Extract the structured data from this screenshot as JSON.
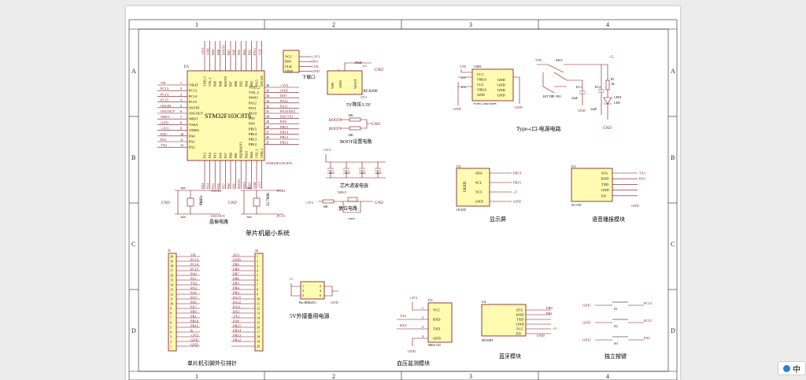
{
  "frame": {
    "top_numbers": [
      "1",
      "2",
      "3",
      "4"
    ],
    "side_letters": [
      "A",
      "B",
      "C",
      "D"
    ]
  },
  "mcu": {
    "ref": "U1",
    "part": "STM32F103C8T6",
    "part_bottom": "STM32F103C8T6",
    "left_pins": [
      {
        "num": "1",
        "name": "VBAT",
        "net": "VB"
      },
      {
        "num": "2",
        "name": "PC13",
        "net": "PC13"
      },
      {
        "num": "3",
        "name": "PC14",
        "net": "PC14"
      },
      {
        "num": "4",
        "name": "PC15",
        "net": "PC15"
      },
      {
        "num": "5",
        "name": "OSCIN",
        "net": "OSCIN"
      },
      {
        "num": "6",
        "name": "OSCOUT",
        "net": "OSCOUT"
      },
      {
        "num": "7",
        "name": "NRST",
        "net": "NRST"
      },
      {
        "num": "8",
        "name": "VSSA",
        "net": "GND"
      },
      {
        "num": "9",
        "name": "VDDA",
        "net": "+3V3"
      },
      {
        "num": "10",
        "name": "PA0",
        "net": "PA0"
      },
      {
        "num": "11",
        "name": "PA1",
        "net": "PA1"
      },
      {
        "num": "12",
        "name": "PA2",
        "net": "TX2"
      }
    ],
    "right_pins": [
      {
        "num": "36",
        "name": "VDD_2",
        "net": "+3V3"
      },
      {
        "num": "35",
        "name": "VSS_2",
        "net": "GND"
      },
      {
        "num": "34",
        "name": "SWIO",
        "net": "DIO"
      },
      {
        "num": "33",
        "name": "PA12",
        "net": "PA12"
      },
      {
        "num": "32",
        "name": "PA11",
        "net": "PA11"
      },
      {
        "num": "31",
        "name": "PA10",
        "net": "PA10 RX1"
      },
      {
        "num": "30",
        "name": "PA9",
        "net": "PA9 TX1"
      },
      {
        "num": "29",
        "name": "PA8",
        "net": "PA8"
      },
      {
        "num": "28",
        "name": "PB15",
        "net": "PB15"
      },
      {
        "num": "27",
        "name": "PB14",
        "net": "PB14"
      },
      {
        "num": "26",
        "name": "PB13",
        "net": "PB13"
      },
      {
        "num": "25",
        "name": "PB12",
        "net": "PB12"
      }
    ],
    "top_pins": [
      "VDD_3",
      "VSS_3",
      "PB9",
      "PB8",
      "BOOT0",
      "PB7",
      "PB6",
      "PB5",
      "PB4",
      "PB3",
      "PA15",
      "SWCLK"
    ],
    "top_nets": [
      "+3V3",
      "GND",
      "PB9",
      "PB8",
      "BOOT0",
      "PB7",
      "PB6",
      "PB5",
      "PB4",
      "PB3",
      "PA15",
      "CLK"
    ],
    "bottom_pins": [
      "PA3",
      "PA4",
      "PA5",
      "PA6",
      "PA7",
      "PB0",
      "PB1",
      "PB2/BOOT1",
      "PB10",
      "PB11",
      "VSS_1",
      "VDD_1"
    ],
    "bottom_nets": [
      "RX2",
      "PA4",
      "PA5",
      "PA6",
      "PA7",
      "PB0",
      "PB1",
      "BOOT1",
      "PB10",
      "PB11",
      "GND",
      "+3V3"
    ]
  },
  "debug_header": {
    "pins": [
      "VCC",
      "DIO",
      "CLK",
      "GND"
    ],
    "nets": [
      "+3V3",
      "DIO",
      "CLK",
      "GND"
    ],
    "caption": "下载口"
  },
  "regulator": {
    "pins_left": "VIN",
    "pin_gnd": "GND",
    "pin_out": "VOUT",
    "part": "XC6206",
    "cap": "100nF",
    "net_out": "3V3",
    "caption": "5V降压3.3V",
    "gnd": "GND"
  },
  "boot": {
    "nets": [
      "BOOT0",
      "BOOT1"
    ],
    "res": [
      "10K",
      "10K"
    ],
    "caption": "BOOT设置电路",
    "gnd": "GND"
  },
  "filter": {
    "net": "+3V3",
    "caps": [
      "100nF",
      "100nF",
      "100nF",
      "100nF"
    ],
    "caption": "芯片滤波电容"
  },
  "crystal": {
    "caps": [
      "30pF",
      "30pF",
      "30pF",
      "30pF"
    ],
    "x1": "8MHz",
    "x2": "32.768K",
    "nets": [
      "OSCIN",
      "OSCOUT",
      "PC14",
      "PC15"
    ],
    "gnd": "GND",
    "caption": "晶振电路"
  },
  "reset": {
    "net_in": "+3V3",
    "res": "10K",
    "net": "NRST",
    "cap": "100nF",
    "caption": "复位电路",
    "gnd": "GND"
  },
  "min_system_caption": "单片机最小系统",
  "usb": {
    "ref": "USB1",
    "vin": "VIN",
    "pins": [
      "CC1",
      "VBUS",
      "CC2",
      "VBUS",
      "GND"
    ],
    "pins_r": [
      "GND",
      "GND",
      "GND",
      "GND"
    ],
    "res": [
      "R13",
      "R14"
    ],
    "part": "TYPEC-2060-BOFB",
    "gnd": "GND",
    "caption": "Type-c口-电源电路"
  },
  "power_switch": {
    "ref": "SW1",
    "vin": "VIN",
    "part": "KJT DIP-3X0",
    "ec1": "EC1",
    "ec2": "EC2",
    "ec_val": "22uF",
    "r1": "R1",
    "r1v": "1K",
    "led": "LED1",
    "led_part": "LED",
    "net5v": "+5",
    "gnd": "GND"
  },
  "oled": {
    "ref": "U2",
    "label": "OLED",
    "pins": [
      "SDA",
      "SCL",
      "VCC",
      "GND"
    ],
    "nets": [
      "PB14",
      "PB15",
      "+5",
      "GND"
    ],
    "part": "OLED",
    "caption": "显示屏"
  },
  "voice": {
    "ref": "U3",
    "pins": [
      "STA",
      "RXD",
      "TXD",
      "GND",
      "EN"
    ],
    "nets": [
      "TX1",
      "RX1"
    ],
    "part": "SU-03T",
    "gnd": "GND",
    "caption": "语音播报模块"
  },
  "headers": {
    "j1": {
      "ref": "J1",
      "nums": [
        "20",
        "19",
        "18",
        "17",
        "16",
        "15",
        "14",
        "13",
        "12",
        "11",
        "10",
        "9",
        "8",
        "7",
        "6",
        "5",
        "4",
        "3",
        "2",
        "1"
      ],
      "nets": [
        "VB",
        "PC13",
        "PC14",
        "PC15",
        "PA0",
        "PA1",
        "TX2",
        "RX2",
        "PA4",
        "PA5",
        "PA6",
        "PA7",
        "PB0",
        "PB1",
        "PB10",
        "PB11",
        "R",
        "+3V3",
        "GND",
        "GND"
      ]
    },
    "j2": {
      "ref": "J2",
      "nums": [
        "1",
        "2",
        "3",
        "4",
        "5",
        "6",
        "7",
        "8",
        "9",
        "10",
        "11",
        "12",
        "13",
        "14",
        "15",
        "16",
        "17",
        "18",
        "19",
        "20"
      ],
      "nets": [
        "3V3",
        "GND",
        "PB9",
        "PB8",
        "PB7",
        "PB6",
        "PB5",
        "PB4",
        "PB3",
        "PA15",
        "PA12",
        "PA11",
        "RX1",
        "TX1",
        "PA8",
        "PB15",
        "PB14",
        "PB13",
        "PB12",
        ""
      ]
    },
    "caption": "单片机引脚外引排针"
  },
  "ext_power": {
    "net": "+5",
    "part": "Pin HDR2X3",
    "gnd": "GND",
    "nums": [
      "1",
      "2",
      "3",
      "4",
      "5",
      "6"
    ],
    "caption": "5V外接备用电源"
  },
  "bp": {
    "ref": "U5",
    "net": "+3V3",
    "pins": [
      "VCC",
      "RXD",
      "TXD",
      "GND"
    ],
    "nums": [
      "1",
      "2",
      "3",
      "4"
    ],
    "nets": [
      "TX2",
      "RX2"
    ],
    "part": "MKS-141",
    "gnd": "GND",
    "caption": "血压监测模块"
  },
  "bt": {
    "ref": "U4",
    "pins": [
      "STA",
      "RXD",
      "TXD",
      "GND",
      "VCC",
      "EN"
    ],
    "nets": [
      "PB0",
      "PB1",
      "+5"
    ],
    "part": "HC05BT",
    "gnd": "GND",
    "caption": "蓝牙模块"
  },
  "keys": {
    "items": [
      {
        "ref": "S1",
        "net": "PC14"
      },
      {
        "ref": "S2",
        "net": "PC15"
      },
      {
        "ref": "S3",
        "net": "PA0"
      }
    ],
    "gnd": "GND",
    "caption": "独立按键"
  },
  "badge": {
    "text": "中"
  }
}
